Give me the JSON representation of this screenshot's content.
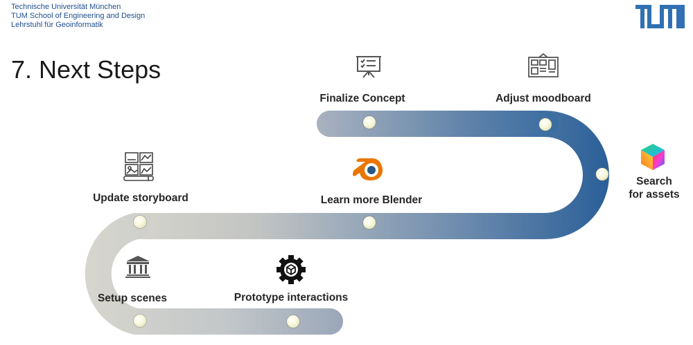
{
  "header": {
    "line1": "Technische Universität München",
    "line2": "TUM School of Engineering and Design",
    "line3": "Lehrstuhl für Geoinformatik"
  },
  "title": "7. Next Steps",
  "steps": [
    {
      "label": "Finalize Concept",
      "icon": "presentation-board-icon"
    },
    {
      "label": "Adjust moodboard",
      "icon": "moodboard-icon"
    },
    {
      "label_line1": "Search",
      "label_line2": "for assets",
      "icon": "color-cube-icon"
    },
    {
      "label": "Learn more Blender",
      "icon": "blender-logo-icon"
    },
    {
      "label": "Update storyboard",
      "icon": "storyboard-icon"
    },
    {
      "label": "Setup scenes",
      "icon": "museum-icon"
    },
    {
      "label": "Prototype interactions",
      "icon": "gear-cube-icon"
    }
  ],
  "colors": {
    "road_dark": "#2a5f98",
    "road_mid": "#a3aebd",
    "road_light": "#dcdacf",
    "header_text": "#1f4e8c",
    "blender_orange": "#ea7600",
    "blender_blue": "#265787"
  }
}
